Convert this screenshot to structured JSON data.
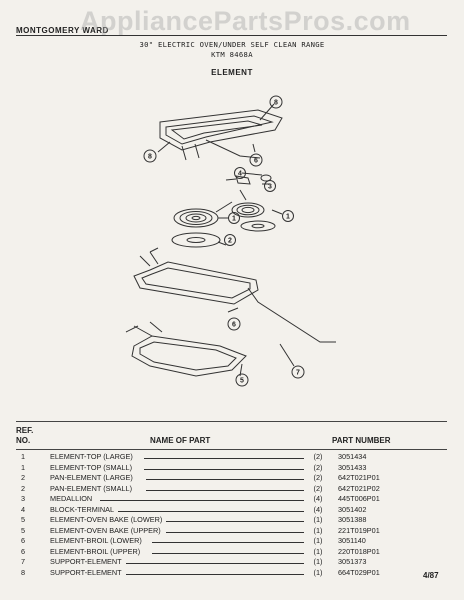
{
  "header": {
    "brand": "MONTGOMERY WARD",
    "watermark": "AppliancePartsPros.com",
    "subtitle_line1": "30\" ELECTRIC OVEN/UNDER SELF CLEAN RANGE",
    "subtitle_line2": "KTM 8468A",
    "section_title": "ELEMENT"
  },
  "diagram": {
    "callouts": [
      "1",
      "1",
      "2",
      "3",
      "4",
      "5",
      "6",
      "7",
      "8",
      "8"
    ]
  },
  "table": {
    "headers": {
      "ref_line1": "REF.",
      "ref_line2": "NO.",
      "name": "NAME OF PART",
      "part_number": "PART NUMBER"
    },
    "rows": [
      {
        "ref": "1",
        "name": "ELEMENT-TOP (LARGE)",
        "qty": "(2)",
        "part": "3051434"
      },
      {
        "ref": "1",
        "name": "ELEMENT-TOP (SMALL)",
        "qty": "(2)",
        "part": "3051433"
      },
      {
        "ref": "2",
        "name": "PAN-ELEMENT (LARGE)",
        "qty": "(2)",
        "part": "642T021P01"
      },
      {
        "ref": "2",
        "name": "PAN-ELEMENT (SMALL)",
        "qty": "(2)",
        "part": "642T021P02"
      },
      {
        "ref": "3",
        "name": "MEDALLION",
        "qty": "(4)",
        "part": "445T006P01"
      },
      {
        "ref": "4",
        "name": "BLOCK-TERMINAL",
        "qty": "(4)",
        "part": "3051402"
      },
      {
        "ref": "5",
        "name": "ELEMENT-OVEN BAKE (LOWER)",
        "qty": "(1)",
        "part": "3051388"
      },
      {
        "ref": "5",
        "name": "ELEMENT-OVEN BAKE (UPPER)",
        "qty": "(1)",
        "part": "221T019P01"
      },
      {
        "ref": "6",
        "name": "ELEMENT-BROIL (LOWER)",
        "qty": "(1)",
        "part": "3051140"
      },
      {
        "ref": "6",
        "name": "ELEMENT-BROIL (UPPER)",
        "qty": "(1)",
        "part": "220T018P01"
      },
      {
        "ref": "7",
        "name": "SUPPORT-ELEMENT",
        "qty": "(1)",
        "part": "3051373"
      },
      {
        "ref": "8",
        "name": "SUPPORT-ELEMENT",
        "qty": "(1)",
        "part": "664T029P01"
      }
    ]
  },
  "footer": {
    "page_code": "4/87"
  }
}
